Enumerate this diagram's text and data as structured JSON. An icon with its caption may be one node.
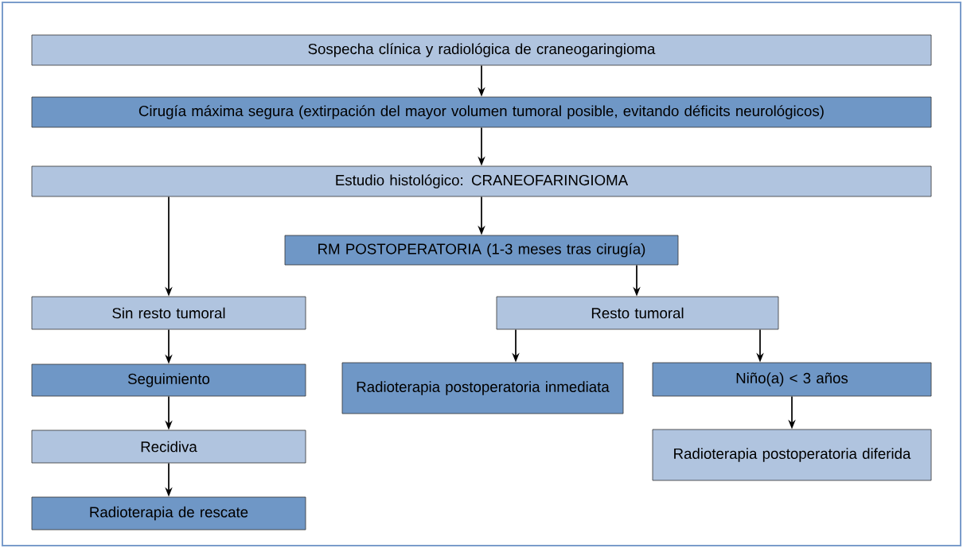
{
  "diagram": {
    "nodes": [
      {
        "text": [
          "Sospecha clínica y radiológica de craneogaringioma"
        ]
      },
      {
        "text": [
          "Cirugía máxima segura (extirpación del mayor volumen tumoral posible, evitando déficits neurológicos)"
        ]
      },
      {
        "text": [
          "Estudio histológico: CRANEOFARINGIOMA"
        ]
      },
      {
        "text": [
          "RM POSTOPERATORIA (1-3 meses tras cirugía)"
        ]
      },
      {
        "text": [
          "Sin resto tumoral"
        ]
      },
      {
        "text": [
          "Resto tumoral"
        ]
      },
      {
        "text": [
          "Seguimiento"
        ]
      },
      {
        "text": [
          "Radioterapia postoperatoria inmediata"
        ]
      },
      {
        "text": [
          "Niño(a) < 3 años"
        ]
      },
      {
        "text": [
          "Recidiva"
        ]
      },
      {
        "text": [
          "Radioterapia postoperatoria diferida"
        ]
      },
      {
        "text": [
          "Radioterapia de rescate"
        ]
      }
    ],
    "edges": [
      {
        "from": 0,
        "to": 1,
        "arrow": "to"
      },
      {
        "from": 1,
        "to": 2,
        "arrow": "to"
      },
      {
        "from": 2,
        "to": 4,
        "arrow": "to"
      },
      {
        "from": 2,
        "to": 3,
        "arrow": "to"
      },
      {
        "from": 3,
        "to": 5,
        "arrow": "to"
      },
      {
        "from": 4,
        "to": 6,
        "arrow": "to"
      },
      {
        "from": 5,
        "to": 7,
        "arrow": "to"
      },
      {
        "from": 5,
        "to": 8,
        "arrow": "to"
      },
      {
        "from": 6,
        "to": 9,
        "arrow": "to"
      },
      {
        "from": 9,
        "to": 11,
        "arrow": "to"
      },
      {
        "from": 8,
        "to": 10,
        "arrow": "to"
      }
    ]
  }
}
